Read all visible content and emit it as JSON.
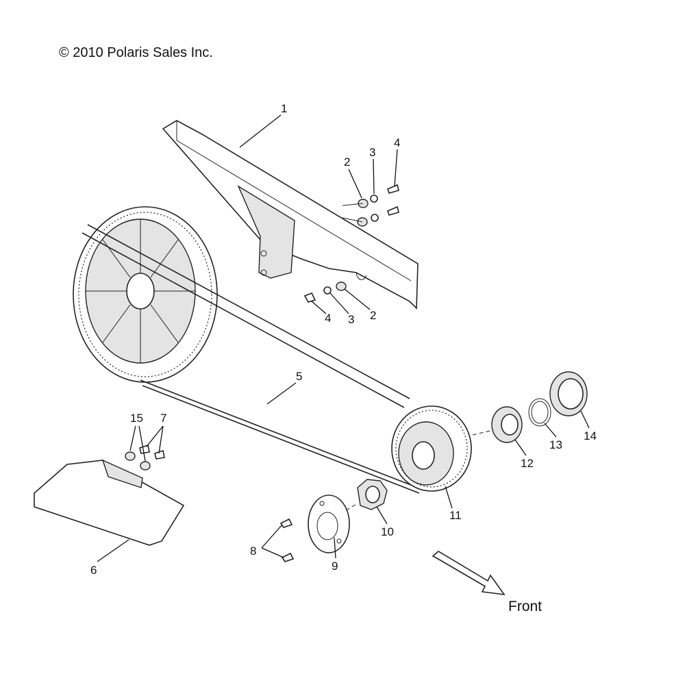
{
  "copyright": "© 2010 Polaris Sales Inc.",
  "direction_label": "Front",
  "callouts": [
    {
      "id": "c1",
      "text": "1"
    },
    {
      "id": "c2a",
      "text": "2"
    },
    {
      "id": "c3a",
      "text": "3"
    },
    {
      "id": "c4a",
      "text": "4"
    },
    {
      "id": "c4b",
      "text": "4"
    },
    {
      "id": "c3b",
      "text": "3"
    },
    {
      "id": "c2b",
      "text": "2"
    },
    {
      "id": "c5",
      "text": "5"
    },
    {
      "id": "c15",
      "text": "15"
    },
    {
      "id": "c7",
      "text": "7"
    },
    {
      "id": "c6",
      "text": "6"
    },
    {
      "id": "c8",
      "text": "8"
    },
    {
      "id": "c9",
      "text": "9"
    },
    {
      "id": "c10",
      "text": "10"
    },
    {
      "id": "c11",
      "text": "11"
    },
    {
      "id": "c12",
      "text": "12"
    },
    {
      "id": "c13",
      "text": "13"
    },
    {
      "id": "c14",
      "text": "14"
    }
  ]
}
